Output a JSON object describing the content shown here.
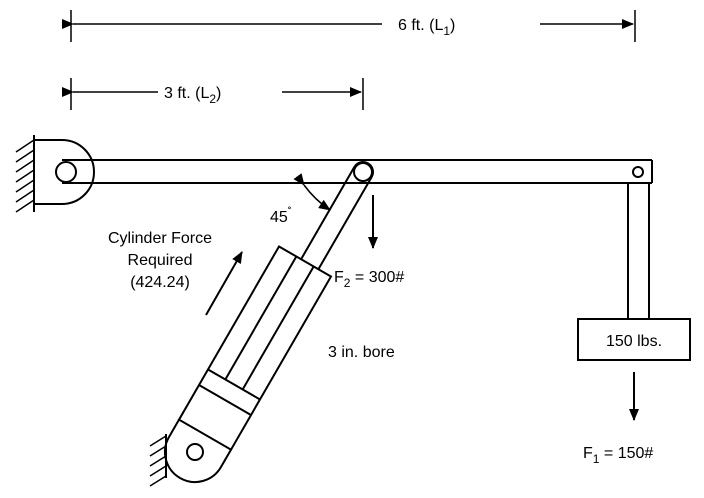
{
  "dimensions": {
    "l1": {
      "value": "6 ft. (L",
      "sub": "1",
      "close": ")"
    },
    "l2": {
      "value": "3 ft. (L",
      "sub": "2",
      "close": ")"
    }
  },
  "angle": {
    "value": "45",
    "unit": "˚"
  },
  "cylinder": {
    "line1": "Cylinder Force",
    "line2": "Required",
    "line3": "(424.24)",
    "bore": "3 in. bore"
  },
  "forces": {
    "f2": {
      "sym": "F",
      "sub": "2",
      "val": " = 300#"
    },
    "f1": {
      "sym": "F",
      "sub": "1",
      "val": " = 150#"
    }
  },
  "weight": {
    "label": "150 lbs."
  }
}
